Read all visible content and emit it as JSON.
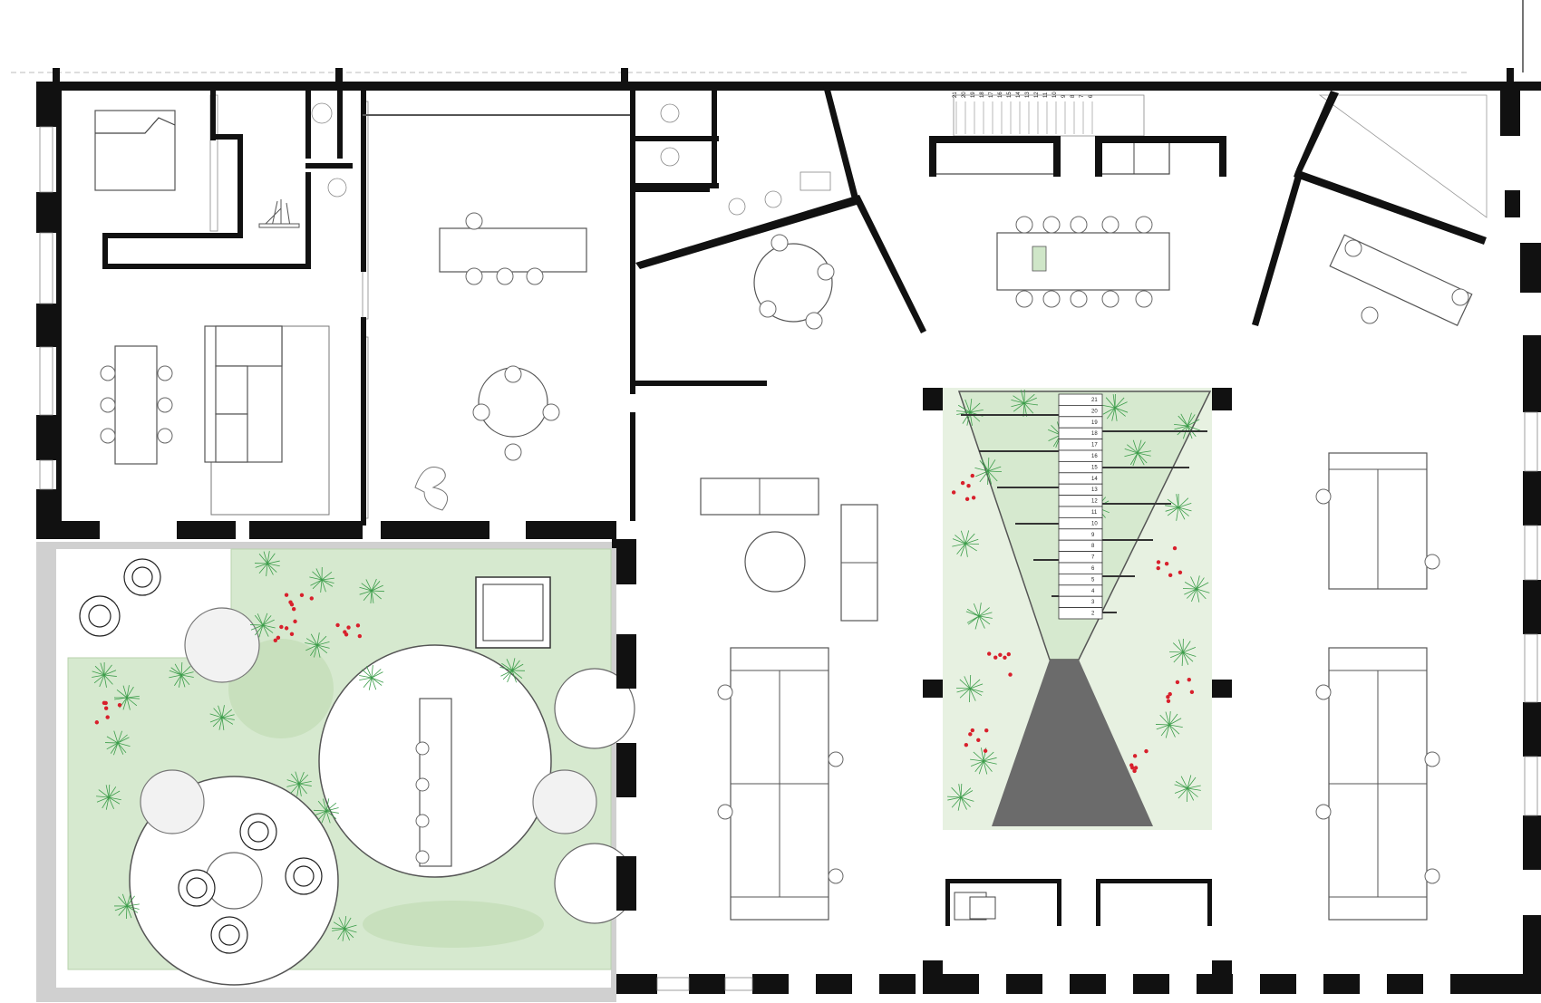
{
  "plan": {
    "colors": {
      "wall": "#111111",
      "garden": "#d6e9cf",
      "garden_light": "#e7f1e1",
      "terrace_edge": "#c9c9c9",
      "void": "#6b6b6b",
      "plant": "#3c9d4a",
      "berry": "#d8202c"
    },
    "staircase": {
      "numbers": [
        "21",
        "20",
        "19",
        "18",
        "17",
        "16",
        "15",
        "14",
        "13",
        "12",
        "11",
        "10",
        "9",
        "8",
        "7",
        "6",
        "5",
        "4",
        "3",
        "2"
      ]
    },
    "top_stair": {
      "numbers": [
        "21",
        "20",
        "19",
        "18",
        "17",
        "16",
        "15",
        "14",
        "13",
        "12",
        "11",
        "10",
        "9",
        "8",
        "7",
        "6"
      ]
    }
  }
}
